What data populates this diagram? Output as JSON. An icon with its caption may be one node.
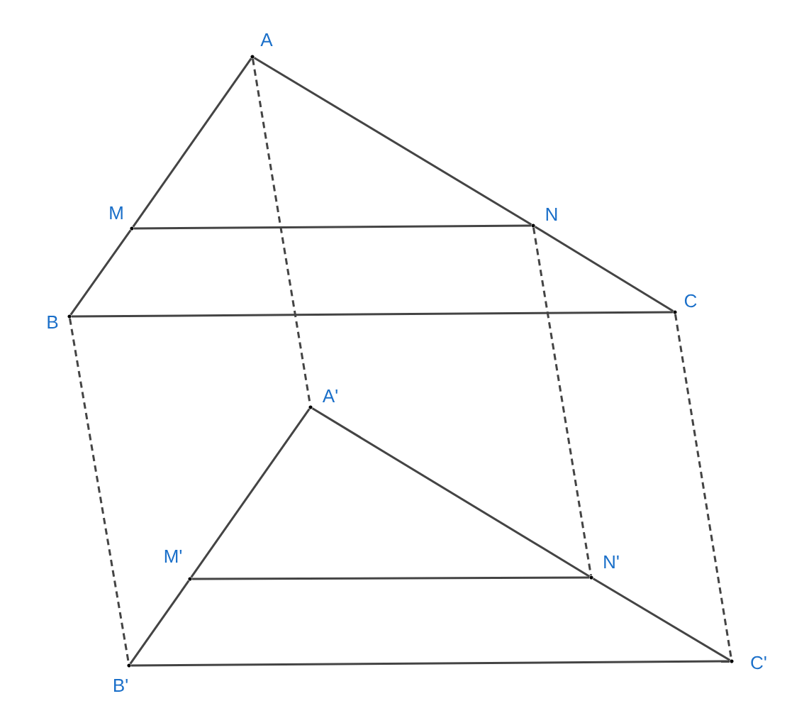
{
  "diagram": {
    "nodes": [
      {
        "text": [],
        "shape": "circle",
        "beside": [
          "A"
        ]
      },
      {
        "text": [],
        "shape": "circle",
        "beside": [
          "M"
        ]
      },
      {
        "text": [],
        "shape": "circle",
        "beside": [
          "N"
        ]
      },
      {
        "text": [],
        "shape": "circle",
        "beside": [
          "B"
        ]
      },
      {
        "text": [],
        "shape": "circle",
        "beside": [
          "C"
        ]
      },
      {
        "text": [],
        "shape": "circle",
        "beside": [
          "A'"
        ]
      },
      {
        "text": [],
        "shape": "circle",
        "beside": [
          "M'"
        ]
      },
      {
        "text": [],
        "shape": "circle",
        "beside": [
          "N'"
        ]
      },
      {
        "text": [],
        "shape": "circle",
        "beside": [
          "B'"
        ]
      },
      {
        "text": [],
        "shape": "circle",
        "beside": [
          "C'"
        ]
      }
    ],
    "edges": [
      {
        "from": 0,
        "to": 1,
        "arrow": "none"
      },
      {
        "from": 1,
        "to": 3,
        "arrow": "none"
      },
      {
        "from": 0,
        "to": 2,
        "arrow": "none"
      },
      {
        "from": 2,
        "to": 4,
        "arrow": "none"
      },
      {
        "from": 3,
        "to": 4,
        "arrow": "none"
      },
      {
        "from": 1,
        "to": 2,
        "arrow": "none"
      },
      {
        "from": 5,
        "to": 6,
        "arrow": "none"
      },
      {
        "from": 6,
        "to": 8,
        "arrow": "none"
      },
      {
        "from": 5,
        "to": 7,
        "arrow": "none"
      },
      {
        "from": 7,
        "to": 9,
        "arrow": "none"
      },
      {
        "from": 8,
        "to": 9,
        "arrow": "none"
      },
      {
        "from": 6,
        "to": 7,
        "arrow": "none"
      },
      {
        "from": 0,
        "to": 5,
        "arrow": "none",
        "style": "dashed"
      },
      {
        "from": 3,
        "to": 8,
        "arrow": "none",
        "style": "dashed"
      },
      {
        "from": 2,
        "to": 7,
        "arrow": "none",
        "style": "dashed"
      },
      {
        "from": 4,
        "to": 9,
        "arrow": "none",
        "style": "dashed"
      }
    ]
  }
}
